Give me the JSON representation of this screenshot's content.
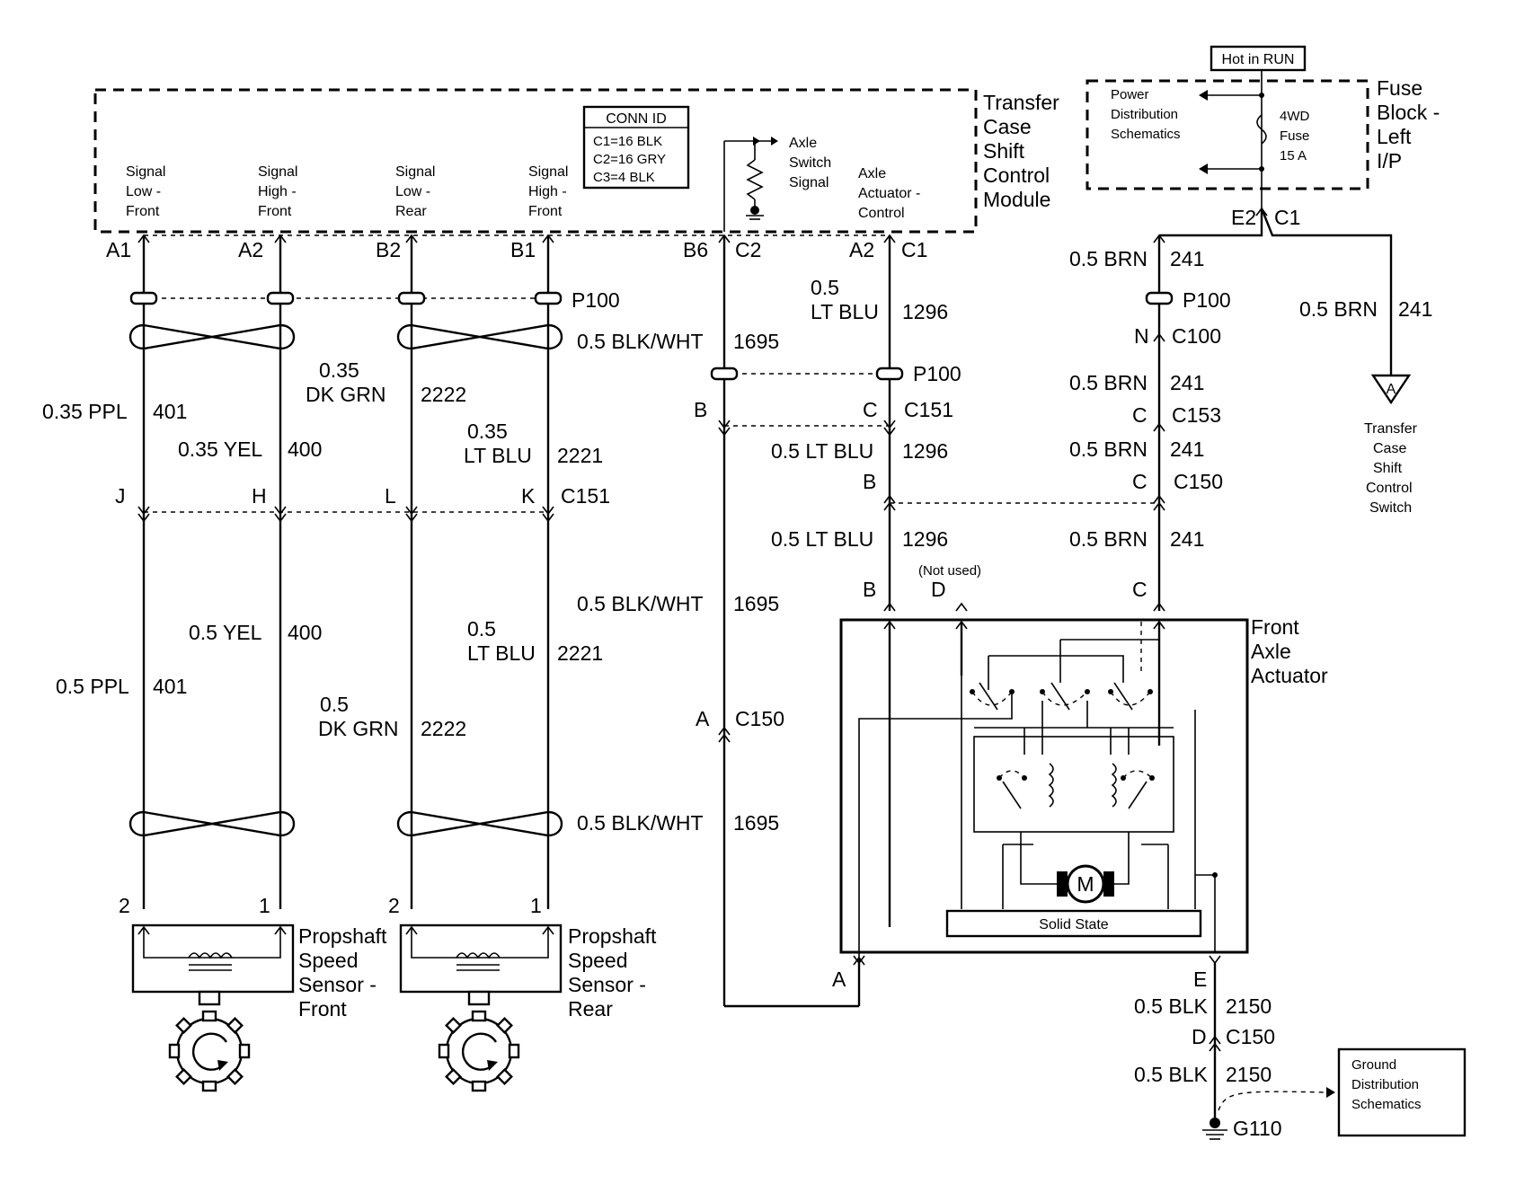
{
  "module": {
    "title_lines": [
      "Transfer",
      "Case",
      "Shift",
      "Control",
      "Module"
    ],
    "conn_id": {
      "title": "CONN ID",
      "lines": [
        "C1=16 BLK",
        "C2=16 GRY",
        "C3=4 BLK"
      ]
    },
    "signals": [
      [
        "Signal",
        "Low -",
        "Front"
      ],
      [
        "Signal",
        "High -",
        "Front"
      ],
      [
        "Signal",
        "Low -",
        "Rear"
      ],
      [
        "Signal",
        "High -",
        "Front"
      ]
    ],
    "axle_switch_signal": [
      "Axle",
      "Switch",
      "Signal"
    ],
    "axle_actuator_control": [
      "Axle",
      "Actuator -",
      "Control"
    ]
  },
  "fuse_block": {
    "hot_label": "Hot in RUN",
    "title_lines": [
      "Fuse",
      "Block -",
      "Left",
      "I/P"
    ],
    "power_dist": [
      "Power",
      "Distribution",
      "Schematics"
    ],
    "fuse": [
      "4WD",
      "Fuse",
      "15 A"
    ]
  },
  "pins": {
    "a1": "A1",
    "a2": "A2",
    "b2": "B2",
    "b1": "B1",
    "b6": "B6",
    "c2": "C2",
    "a2c": "A2",
    "c1": "C1",
    "e2": "E2",
    "c1f": "C1",
    "j": "J",
    "h": "H",
    "l": "L",
    "k": "K",
    "c151": "C151",
    "p100_a": "P100",
    "p100_b": "P100",
    "p100_c": "P100",
    "n": "N",
    "c100": "C100",
    "b_mid": "B",
    "c_mid": "C",
    "c151b": "C151",
    "c_153": "C",
    "c153": "C153",
    "b_150": "B",
    "c_150": "C",
    "c150a": "C150",
    "a_150": "A",
    "c150b": "C150",
    "act_b": "B",
    "act_d": "D",
    "act_c": "C",
    "not_used": "(Not used)",
    "act_a": "A",
    "act_e": "E",
    "d_150": "D",
    "c150c": "C150",
    "g110": "G110",
    "s1_2": "2",
    "s1_1": "1",
    "s2_2": "2",
    "s2_1": "1"
  },
  "wires": {
    "w401a": [
      "0.35 PPL",
      "401"
    ],
    "w400a": [
      "0.35 YEL",
      "400"
    ],
    "w2222a": [
      "0.35",
      "DK GRN",
      "2222"
    ],
    "w2221a": [
      "0.35",
      "LT BLU",
      "2221"
    ],
    "w1695a": [
      "0.5 BLK/WHT",
      "1695"
    ],
    "w1296a": [
      "0.5",
      "LT BLU",
      "1296"
    ],
    "w241a": [
      "0.5 BRN",
      "241"
    ],
    "w241s": [
      "0.5 BRN",
      "241"
    ],
    "w241b": [
      "0.5 BRN",
      "241"
    ],
    "w241c": [
      "0.5 BRN",
      "241"
    ],
    "w241d": [
      "0.5 BRN",
      "241"
    ],
    "w1296b": [
      "0.5 LT BLU",
      "1296"
    ],
    "w1296c": [
      "0.5 LT BLU",
      "1296"
    ],
    "w1695b": [
      "0.5 BLK/WHT",
      "1695"
    ],
    "w400b": [
      "0.5 YEL",
      "400"
    ],
    "w2221b": [
      "0.5",
      "LT BLU",
      "2221"
    ],
    "w401b": [
      "0.5 PPL",
      "401"
    ],
    "w2222b": [
      "0.5",
      "DK GRN",
      "2222"
    ],
    "w1695c": [
      "0.5 BLK/WHT",
      "1695"
    ],
    "w2150a": [
      "0.5 BLK",
      "2150"
    ],
    "w2150b": [
      "0.5 BLK",
      "2150"
    ]
  },
  "components": {
    "front_axle_actuator": [
      "Front",
      "Axle",
      "Actuator"
    ],
    "motor": "M",
    "solid_state": "Solid State",
    "sensor_front": [
      "Propshaft",
      "Speed",
      "Sensor -",
      "Front"
    ],
    "sensor_rear": [
      "Propshaft",
      "Speed",
      "Sensor -",
      "Rear"
    ],
    "tcs_switch_marker": "A",
    "tcs_switch": [
      "Transfer",
      "Case",
      "Shift",
      "Control",
      "Switch"
    ],
    "ground_dist": [
      "Ground",
      "Distribution",
      "Schematics"
    ]
  }
}
